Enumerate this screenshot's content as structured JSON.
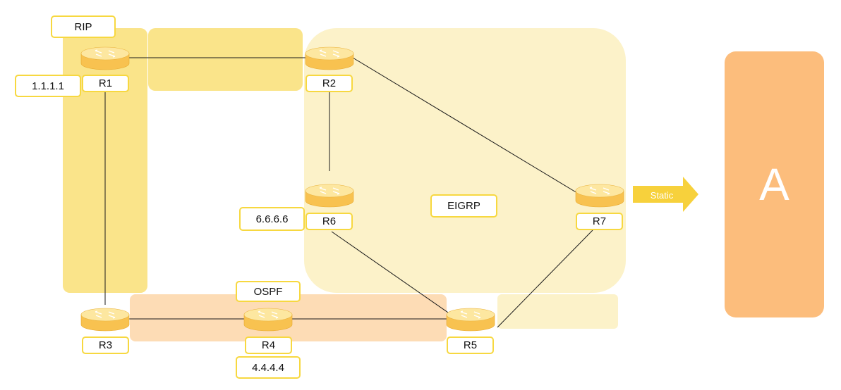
{
  "colors": {
    "rip_zone": "#fae48a",
    "eigrp_zone": "#fcf2c9",
    "ospf_zone": "#fddcb5",
    "external_box": "#fcbd7c",
    "router_body": "#f8c250",
    "router_top": "#fde7a0",
    "label_border": "#f7d840",
    "arrow": "#f7d13c",
    "link": "#1a1a1a"
  },
  "routers": [
    {
      "id": "r1",
      "label": "R1",
      "icon": "router-icon"
    },
    {
      "id": "r2",
      "label": "R2",
      "icon": "router-icon"
    },
    {
      "id": "r3",
      "label": "R3",
      "icon": "router-icon"
    },
    {
      "id": "r4",
      "label": "R4",
      "icon": "router-icon"
    },
    {
      "id": "r5",
      "label": "R5",
      "icon": "router-icon"
    },
    {
      "id": "r6",
      "label": "R6",
      "icon": "router-icon"
    },
    {
      "id": "r7",
      "label": "R7",
      "icon": "router-icon"
    }
  ],
  "links": [
    {
      "from": "R1",
      "to": "R2"
    },
    {
      "from": "R1",
      "to": "R3"
    },
    {
      "from": "R2",
      "to": "R6"
    },
    {
      "from": "R2",
      "to": "R7"
    },
    {
      "from": "R3",
      "to": "R4"
    },
    {
      "from": "R4",
      "to": "R5"
    },
    {
      "from": "R6",
      "to": "R5"
    },
    {
      "from": "R7",
      "to": "R5"
    }
  ],
  "zones": {
    "rip": "RIP",
    "eigrp": "EIGRP",
    "ospf": "OSPF"
  },
  "addresses": {
    "r1": "1.1.1.1",
    "r4": "4.4.4.4",
    "r6": "6.6.6.6"
  },
  "static_arrow": "Static",
  "external": "A"
}
